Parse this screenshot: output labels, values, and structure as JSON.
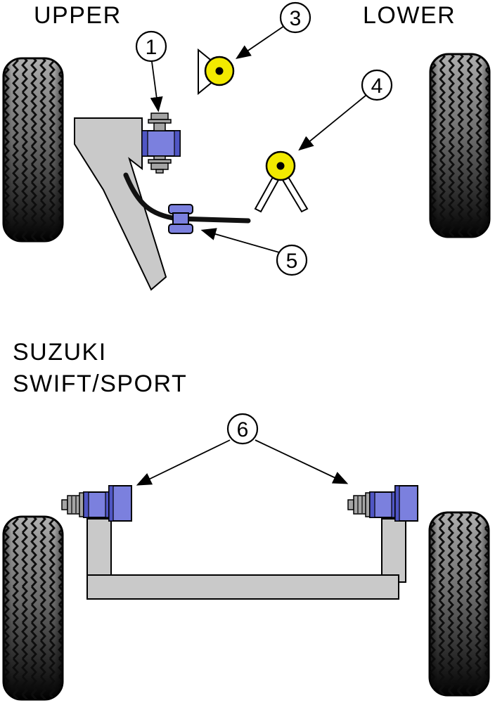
{
  "labels": {
    "upper": "UPPER",
    "lower": "LOWER",
    "make": "SUZUKI",
    "model": "SWIFT/SPORT"
  },
  "callouts": {
    "c1": "1",
    "c3": "3",
    "c4": "4",
    "c5": "5",
    "c6": "6"
  },
  "colors": {
    "bushing_blue": "#7b80de",
    "bushing_blue_dark": "#5056c4",
    "part_yellow": "#f2ea00",
    "metal_gray": "#c9c9c9",
    "metal_gray_dark": "#a5a5a5",
    "outline": "#000000",
    "bar_black": "#111111"
  }
}
